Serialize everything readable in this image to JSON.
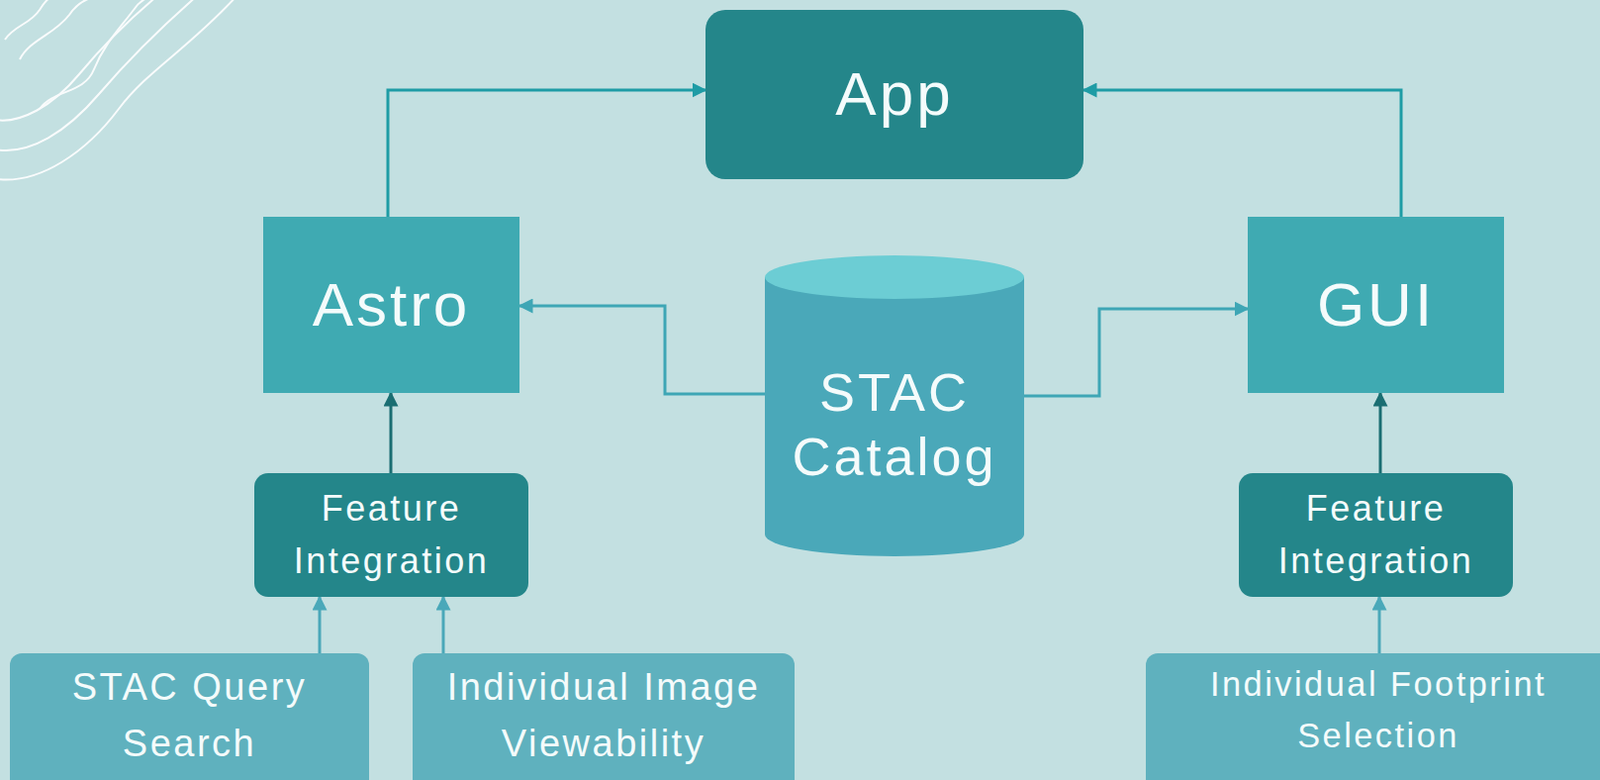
{
  "diagram": {
    "nodes": [
      {
        "text": [
          "App"
        ]
      },
      {
        "text": [
          "Astro"
        ]
      },
      {
        "text": [
          "STAC Catalog"
        ]
      },
      {
        "text": [
          "GUI"
        ]
      },
      {
        "text": [
          "Feature Integration"
        ]
      },
      {
        "text": [
          "Feature Integration"
        ]
      },
      {
        "text": [
          "STAC Query Search"
        ]
      },
      {
        "text": [
          "Individual Image Viewability"
        ]
      },
      {
        "text": [
          "Individual Footprint Selection"
        ]
      }
    ],
    "edges": [
      {
        "from": 1,
        "to": 0,
        "arrow": "to"
      },
      {
        "from": 3,
        "to": 0,
        "arrow": "to"
      },
      {
        "from": 2,
        "to": 1,
        "arrow": "to"
      },
      {
        "from": 2,
        "to": 3,
        "arrow": "to"
      },
      {
        "from": 4,
        "to": 1,
        "arrow": "to"
      },
      {
        "from": 5,
        "to": 3,
        "arrow": "to"
      },
      {
        "from": 6,
        "to": 4,
        "arrow": "to"
      },
      {
        "from": 7,
        "to": 4,
        "arrow": "to"
      },
      {
        "from": 8,
        "to": 5,
        "arrow": "to"
      }
    ]
  }
}
